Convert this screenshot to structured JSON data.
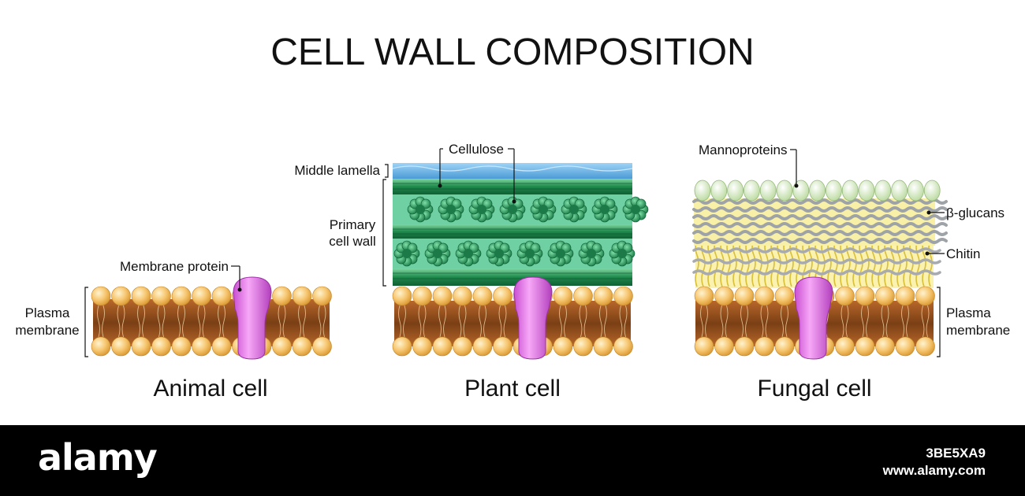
{
  "title": "CELL WALL COMPOSITION",
  "animal": {
    "caption": "Animal cell",
    "membrane_protein_label": "Membrane protein",
    "plasma_label_1": "Plasma",
    "plasma_label_2": "membrane"
  },
  "plant": {
    "caption": "Plant cell",
    "cellulose_label": "Cellulose",
    "middle_lamella_label": "Middle lamella",
    "primary_wall_label_1": "Primary",
    "primary_wall_label_2": "cell wall"
  },
  "fungal": {
    "caption": "Fungal cell",
    "mannoproteins_label": "Mannoproteins",
    "glucans_label": "β-glucans",
    "chitin_label": "Chitin",
    "plasma_label_1": "Plasma",
    "plasma_label_2": "membrane"
  },
  "footer": {
    "brand": "alamy",
    "image_id": "3BE5XA9",
    "site": "www.alamy.com"
  },
  "colors": {
    "lipid_head": "#f4c06a",
    "lipid_tail": "#a05a22",
    "protein": "#e27ce8",
    "cellulose": "#2f9a5a",
    "middle_lamella": "#6fb7e8",
    "mannoprotein": "#d8ebc3",
    "glucan": "#b5b9bd",
    "chitin": "#efe070"
  }
}
